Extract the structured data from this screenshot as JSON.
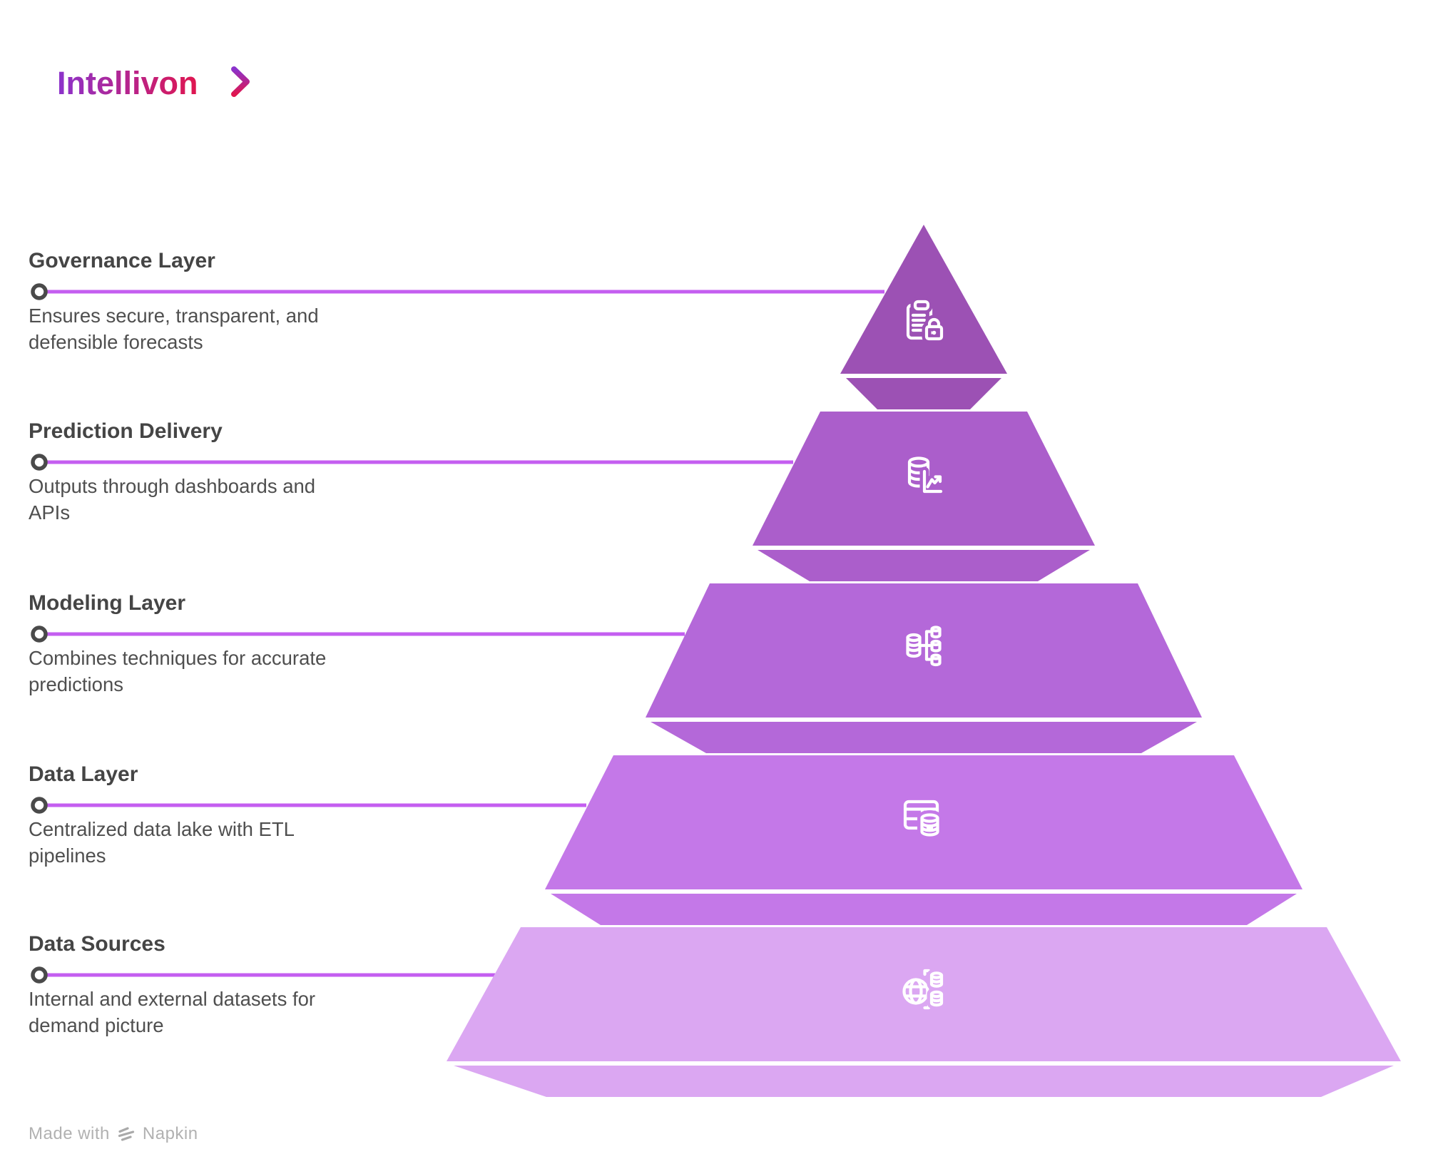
{
  "logo": {
    "text": "Intellivon",
    "gradient_start": "#8b33cc",
    "gradient_end": "#e0164f",
    "chevron_top": "#8b33cc",
    "chevron_bottom": "#e0164f"
  },
  "theme": {
    "background": "#ffffff",
    "connector_color": "#c45ef0",
    "dot_ring_color": "#4a4a4a",
    "heading_color": "#454545",
    "body_color": "#4f4f4f",
    "icon_stroke": "#ffffff",
    "watermark_color": "#b1b1b1"
  },
  "layers": [
    {
      "title": "Governance Layer",
      "description": "Ensures secure, transparent, and\ndefensible forecasts",
      "color": "#9c51b4",
      "icon": "clipboard-lock-icon"
    },
    {
      "title": "Prediction Delivery",
      "description": "Outputs through dashboards and\nAPIs",
      "color": "#ab5ecb",
      "icon": "database-chart-icon"
    },
    {
      "title": "Modeling Layer",
      "description": "Combines techniques for accurate\npredictions",
      "color": "#b468d9",
      "icon": "database-branch-icon"
    },
    {
      "title": "Data Layer",
      "description": "Centralized data lake with ETL\npipelines",
      "color": "#c478e8",
      "icon": "table-database-icon"
    },
    {
      "title": "Data Sources",
      "description": "Internal and external datasets for\ndemand picture",
      "color": "#dba7f2",
      "icon": "globe-database-icon"
    }
  ],
  "watermark": {
    "prefix": "Made with",
    "brand": "Napkin"
  }
}
